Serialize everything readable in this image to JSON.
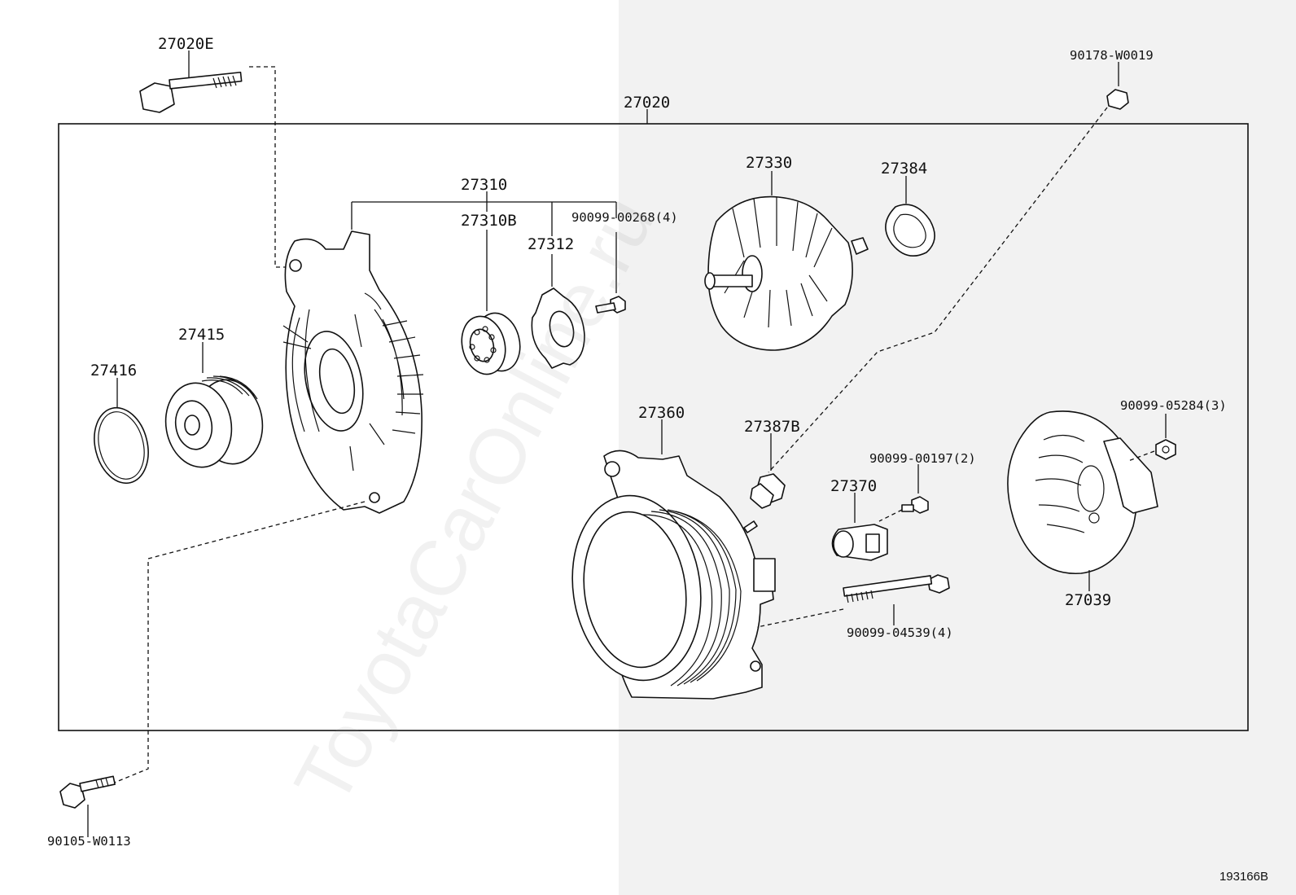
{
  "parts": {
    "p27020E": "27020E",
    "p27020": "27020",
    "p90178": "90178-W0019",
    "p27310": "27310",
    "p27310B": "27310B",
    "p90099_00268": "90099-00268(4)",
    "p27312": "27312",
    "p27330": "27330",
    "p27384": "27384",
    "p27415": "27415",
    "p27416": "27416",
    "p27360": "27360",
    "p27387B": "27387B",
    "p90099_00197": "90099-00197(2)",
    "p27370": "27370",
    "p90099_05284": "90099-05284(3)",
    "p27039": "27039",
    "p90099_04539": "90099-04539(4)",
    "p90105": "90105-W0113"
  },
  "watermark": "ToyotaCarOnline.ru",
  "diagram_code": "193166B"
}
